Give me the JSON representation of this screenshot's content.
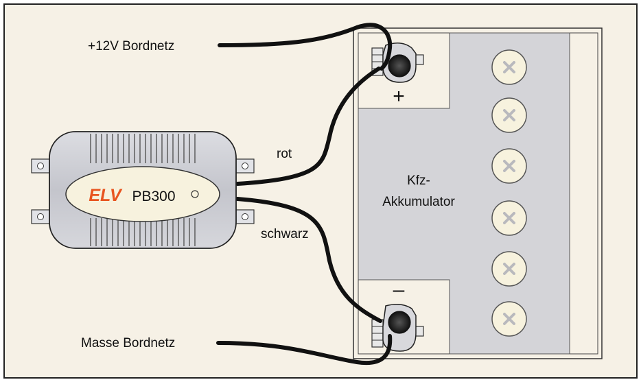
{
  "labels": {
    "plus_12v": "+12V Bordnetz",
    "masse": "Masse Bordnetz",
    "rot": "rot",
    "schwarz": "schwarz",
    "battery_line1": "Kfz-",
    "battery_line2": "Akkumulator",
    "plus_sign": "+",
    "minus_sign": "–"
  },
  "device": {
    "brand": "ELV",
    "model": "PB300"
  },
  "colors": {
    "background": "#f6f1e6",
    "battery_fill": "#d4d4d8",
    "brand": "#e8541f",
    "cable": "#111111",
    "device_body": "#c9cad0"
  },
  "icons": {
    "cell_caps": "x-icon",
    "terminal_knob": "terminal-clamp-icon"
  }
}
